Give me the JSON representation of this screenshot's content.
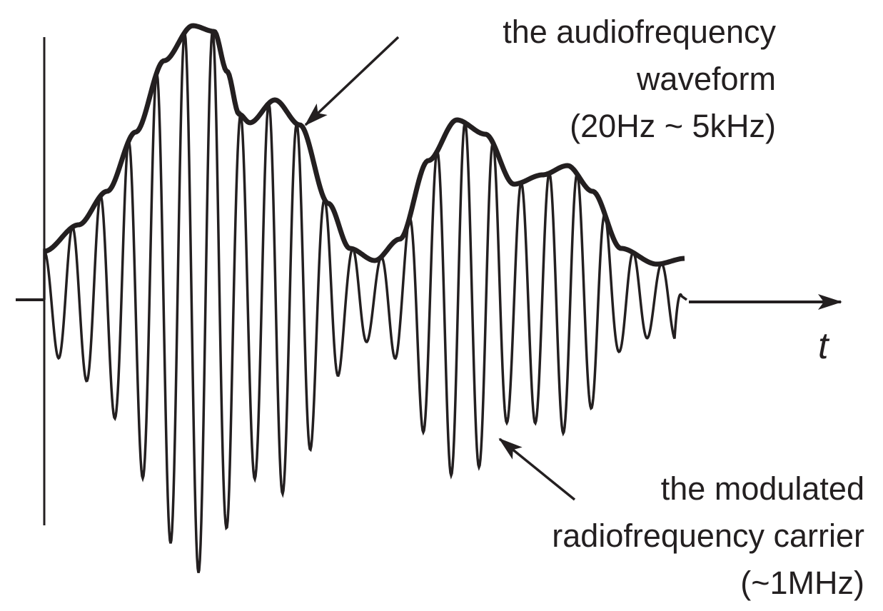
{
  "annotations": {
    "envelope_label": [
      "the audiofrequency",
      "waveform",
      "(20Hz ~ 5kHz)"
    ],
    "carrier_label": [
      "the modulated",
      "radiofrequency carrier",
      "(~1MHz)"
    ],
    "time_axis_label": "t"
  },
  "colors": {
    "ink": "#231f20",
    "background": "#ffffff"
  }
}
